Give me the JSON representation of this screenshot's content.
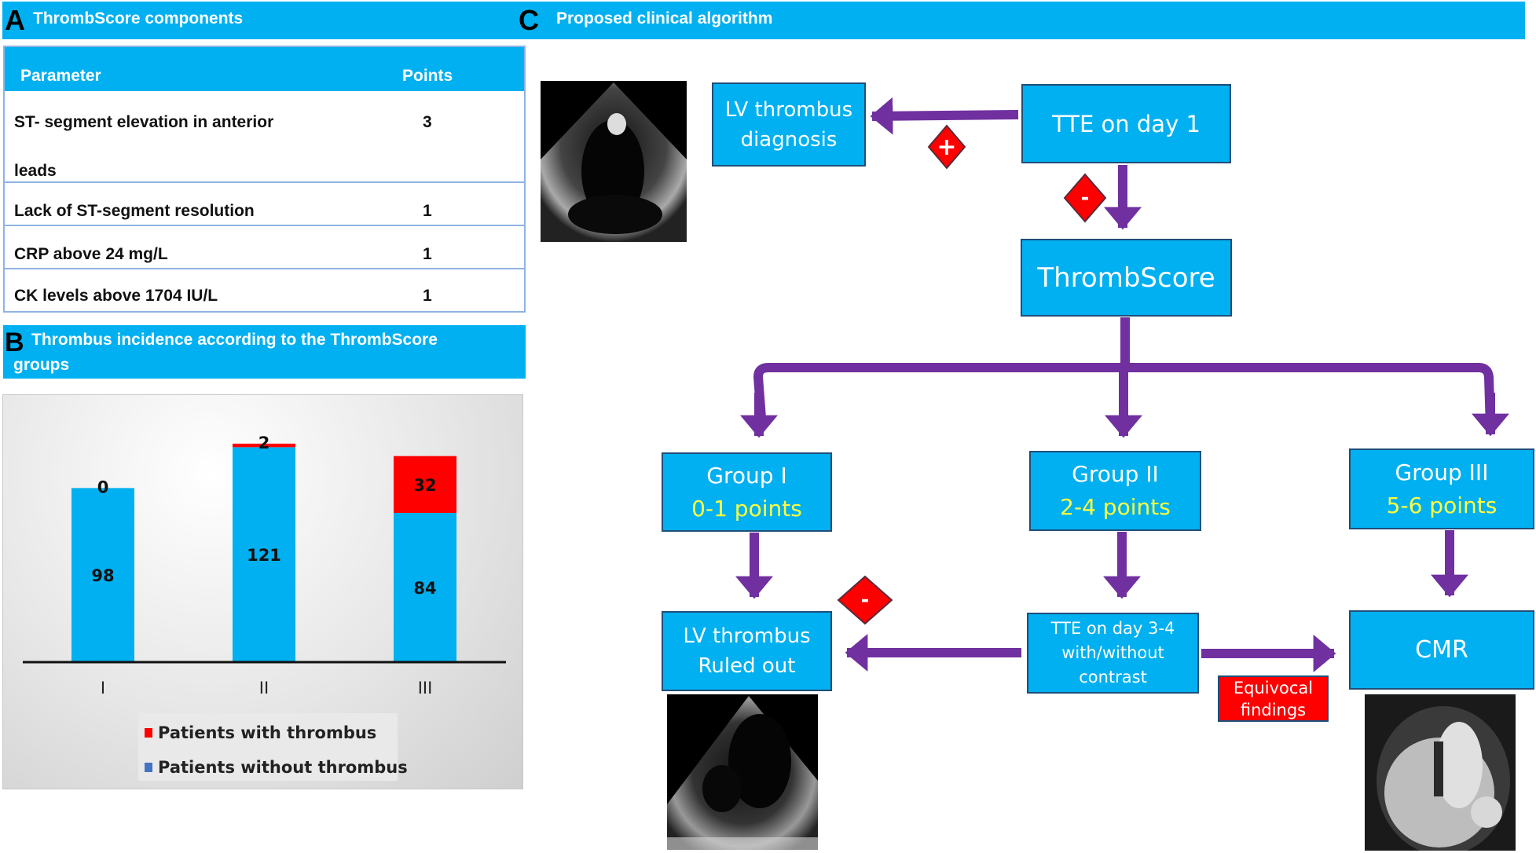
{
  "panel_a": {
    "letter": "A",
    "title": "ThrombScore components",
    "table": {
      "headers": [
        "Parameter",
        "Points"
      ],
      "rows": [
        {
          "parameter_line1": "ST- segment elevation in anterior",
          "parameter_line2": "leads",
          "points": "3"
        },
        {
          "parameter": "Lack of ST-segment resolution",
          "points": "1"
        },
        {
          "parameter": "CRP above 24 mg/L",
          "points": "1"
        },
        {
          "parameter": "CK levels above 1704 IU/L",
          "points": "1"
        }
      ]
    }
  },
  "panel_b": {
    "letter": "B",
    "title_line1": "Thrombus incidence according to the ThrombScore",
    "title_line2": "groups"
  },
  "chart_data": {
    "type": "bar",
    "stacked": true,
    "title": "Thrombus incidence according to the ThrombScore groups",
    "categories": [
      "I",
      "II",
      "III"
    ],
    "series": [
      {
        "name": "Patients without thrombus",
        "color": "#00b0f0",
        "values": [
          98,
          121,
          84
        ]
      },
      {
        "name": "Patients with thrombus",
        "color": "#ff0000",
        "values": [
          0,
          2,
          32
        ]
      }
    ],
    "legend": [
      {
        "label": "Patients with thrombus",
        "color": "#ff0000"
      },
      {
        "label": "Patients without thrombus",
        "color": "#4472c4"
      }
    ],
    "legend_position": "bottom",
    "xlabel": "",
    "ylabel": "",
    "ylim": [
      0,
      130
    ],
    "grid": false
  },
  "panel_c": {
    "letter": "C",
    "title": "Proposed clinical algorithm",
    "nodes": {
      "tte_day1": "TTE on day 1",
      "lv_diagnosis_line1": "LV thrombus",
      "lv_diagnosis_line2": "diagnosis",
      "thrombscore": "ThrombScore",
      "group1_name": "Group I",
      "group1_points": "0-1 points",
      "group2_name": "Group II",
      "group2_points": "2-4 points",
      "group3_name": "Group III",
      "group3_points": "5-6 points",
      "ruled_out_line1": "LV thrombus",
      "ruled_out_line2": "Ruled out",
      "tte_day34_line1": "TTE on day 3-4",
      "tte_day34_line2": "with/without",
      "tte_day34_line3": "contrast",
      "cmr": "CMR",
      "equivocal_line1": "Equivocal",
      "equivocal_line2": "findings"
    },
    "badges": {
      "positive": "+",
      "negative_1": "-",
      "negative_2": "-"
    },
    "images": {
      "echo_top": "echocardiogram-lv-thrombus",
      "echo_bottom": "echocardiogram-no-thrombus",
      "cmr": "cardiac-mri"
    },
    "colors": {
      "box": "#00b0f0",
      "arrow": "#7030a0",
      "badge": "#ff0000",
      "points_text": "#ffff40"
    }
  }
}
